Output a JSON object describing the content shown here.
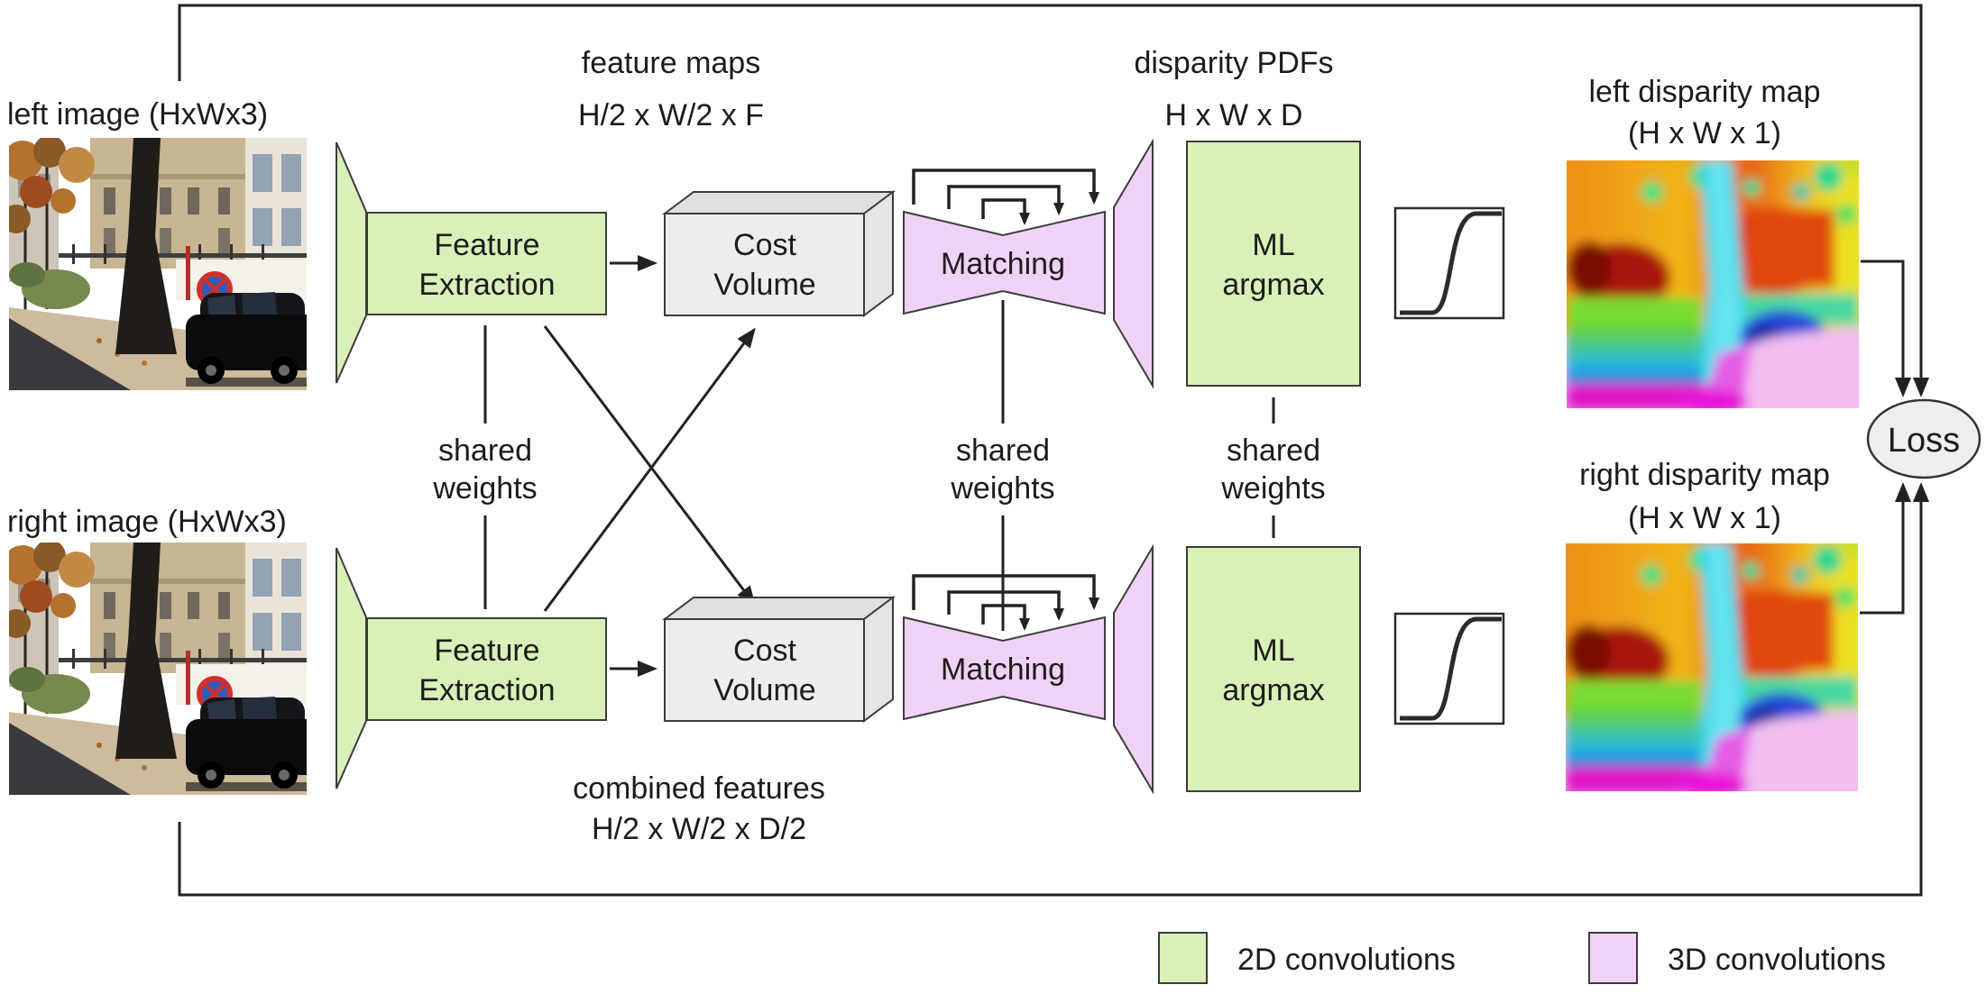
{
  "figure_type": "stereo-depth-network-architecture-diagram",
  "inputs": {
    "left_label": "left image (HxWx3)",
    "right_label": "right image (HxWx3)",
    "photo_description": "street scene with tree, buildings, parked black car, no-stopping sign"
  },
  "annotations": {
    "feature_maps": {
      "line1": "feature maps",
      "line2": "H/2 x W/2 x F"
    },
    "disparity_pdfs": {
      "line1": "disparity PDFs",
      "line2": "H x W x D"
    },
    "combined_features": {
      "line1": "combined features",
      "line2": "H/2 x W/2 x D/2"
    },
    "left_disparity": {
      "line1": "left disparity map",
      "line2": "(H x W x 1)"
    },
    "right_disparity": {
      "line1": "right disparity map",
      "line2": "(H x W x 1)"
    },
    "shared_weights": {
      "line1": "shared",
      "line2": "weights"
    }
  },
  "modules": {
    "feature_extraction": {
      "line1": "Feature",
      "line2": "Extraction"
    },
    "cost_volume": {
      "line1": "Cost",
      "line2": "Volume"
    },
    "matching": {
      "label": "Matching"
    },
    "ml_argmax": {
      "line1": "ML",
      "line2": "argmax"
    },
    "soft_argmax_curve": "sigmoid-curve-panel",
    "loss": {
      "label": "Loss"
    }
  },
  "outputs": {
    "left_disparity_map": "rainbow disparity map",
    "right_disparity_map": "rainbow disparity map"
  },
  "legend": {
    "green_label": "2D convolutions",
    "purple_label": "3D convolutions"
  },
  "colors": {
    "conv2d_green": "#d9f0b8",
    "conv3d_purple": "#f0d2f6",
    "cost_volume_gray": "#ededed",
    "loss_fill": "#eeeeee",
    "line": "#222222",
    "disparity_cyan": "#40d8e8",
    "disparity_magenta": "#e818d8"
  }
}
